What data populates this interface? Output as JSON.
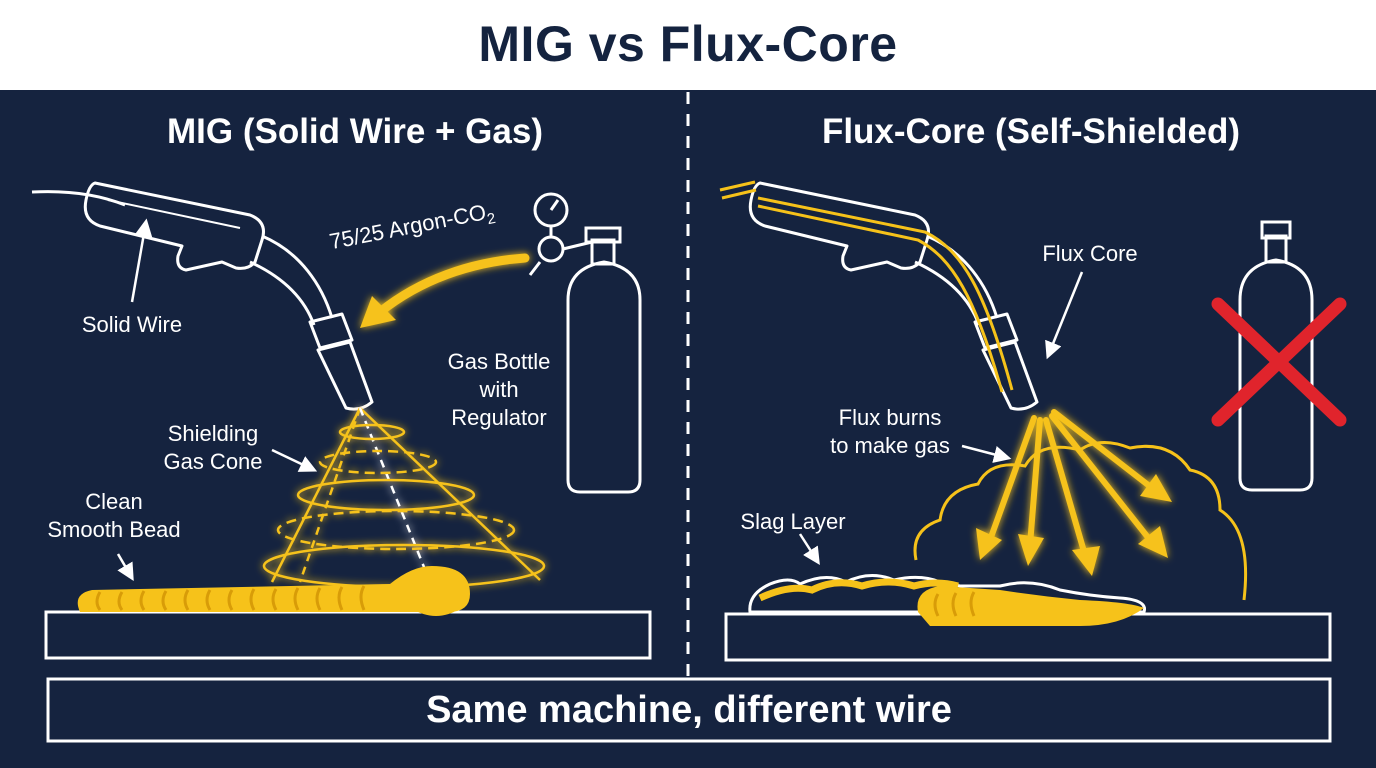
{
  "title": "MIG vs Flux-Core",
  "left": {
    "heading": "MIG (Solid Wire + Gas)",
    "gas_label_main": "75/25 Argon-CO",
    "gas_label_sub": "2",
    "solid_wire": "Solid Wire",
    "gas_bottle": "Gas Bottle\nwith\nRegulator",
    "shielding_cone": "Shielding\nGas Cone",
    "clean_bead": "Clean\nSmooth Bead"
  },
  "right": {
    "heading": "Flux-Core (Self-Shielded)",
    "flux_core": "Flux Core",
    "flux_burns": "Flux burns\nto make gas",
    "slag_layer": "Slag Layer"
  },
  "footer": "Same machine, different wire",
  "colors": {
    "navy": "#15233f",
    "title_navy": "#14233f",
    "yellow": "#f6c21a",
    "white": "#ffffff",
    "red_cross": "#e0242c"
  },
  "icons": [
    "mig-gun-icon",
    "gas-cylinder-icon",
    "pressure-gauge-icon",
    "flux-gun-icon",
    "crossed-out-cylinder-icon"
  ]
}
